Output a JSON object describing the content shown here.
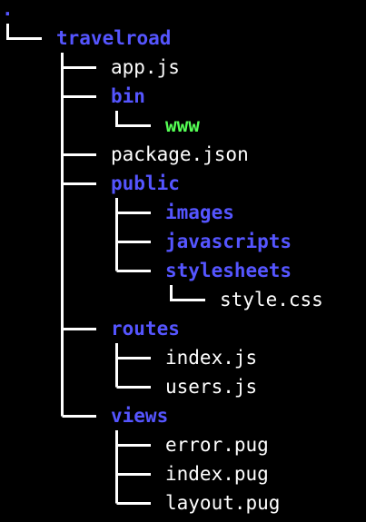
{
  "colors": {
    "background": "#000000",
    "directory": "#5555ff",
    "file": "#ffffff",
    "executable": "#55ff55",
    "tree_lines": "#ffffff"
  },
  "tree": {
    "root_dot": ".",
    "travelroad": "travelroad",
    "app_js": "app.js",
    "bin": "bin",
    "www": "www",
    "package_json": "package.json",
    "public": "public",
    "images": "images",
    "javascripts": "javascripts",
    "stylesheets": "stylesheets",
    "style_css": "style.css",
    "routes": "routes",
    "index_js": "index.js",
    "users_js": "users.js",
    "views": "views",
    "error_pug": "error.pug",
    "index_pug": "index.pug",
    "layout_pug": "layout.pug"
  }
}
